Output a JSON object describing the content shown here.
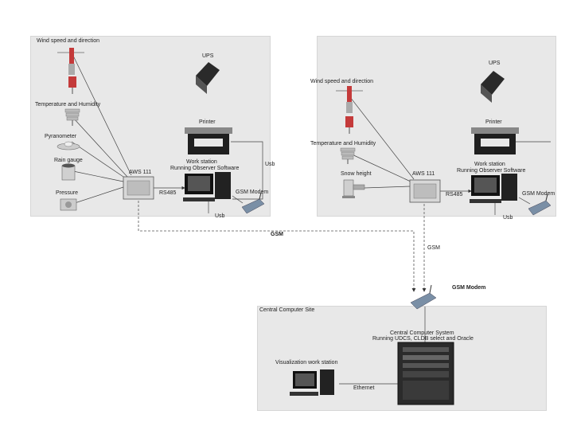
{
  "site_a": {
    "wind": "Wind speed and direction",
    "temp": "Temperature and Humidity",
    "pyro": "Pyranometer",
    "rain": "Rain gauge",
    "pressure": "Pressure",
    "ups": "UPS",
    "printer": "Printer",
    "usb": "Usb",
    "aws": "AWS 111",
    "rs485": "RS485",
    "ws_line1": "Work station",
    "ws_line2": "Running Observer Software",
    "gsm": "GSM Modem",
    "usb2": "Usb"
  },
  "site_b": {
    "wind": "Wind speed and direction",
    "temp": "Temperature and Humidity",
    "snow": "Snow height",
    "ups": "UPS",
    "printer": "Printer",
    "aws": "AWS 111",
    "rs485": "RS485",
    "ws_line1": "Work station",
    "ws_line2": "Running Observer Software",
    "gsm": "GSM Modem",
    "usb": "Usb"
  },
  "links": {
    "gsm_a": "GSM",
    "gsm_b": "GSM",
    "gsm_modem": "GSM Modem"
  },
  "central": {
    "title": "Central Computer Site",
    "system_line1": "Central Computer System",
    "system_line2": "Running UDCS, CLDB select and Oracle",
    "viz": "Visualization work station",
    "ethernet": "Ethernet"
  },
  "colors": {
    "panel": "#e8e8e8",
    "line": "#444444"
  }
}
